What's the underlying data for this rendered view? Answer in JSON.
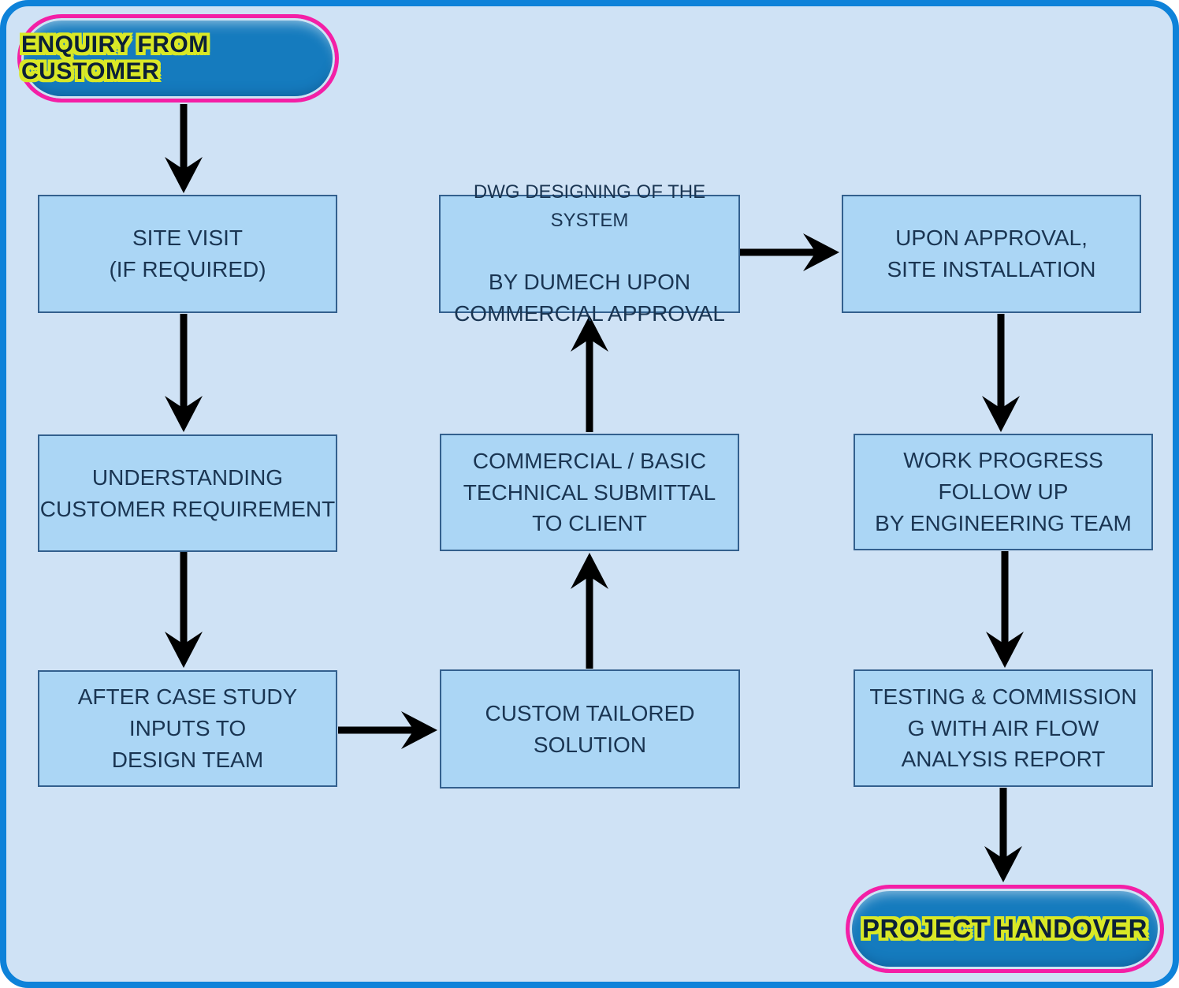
{
  "colors": {
    "panel_background": "#CFE2F5",
    "panel_border": "#0E82D9",
    "node_background": "#ABD6F5",
    "node_border": "#33608E",
    "node_text": "#1A3552",
    "pill_background": "#157BBE",
    "pill_border": "#F41FA6",
    "pill_text": "#0B2038",
    "pill_text_outline": "#D9E826",
    "arrow": "#000000"
  },
  "flow": {
    "start": {
      "id": "enquiry",
      "label": "ENQUIRY FROM CUSTOMER"
    },
    "end": {
      "id": "handover",
      "label": "PROJECT HANDOVER"
    },
    "nodes": [
      {
        "id": "site-visit",
        "label": "SITE VISIT\n(IF REQUIRED)"
      },
      {
        "id": "understanding",
        "label": "UNDERSTANDING\nCUSTOMER REQUIREMENT"
      },
      {
        "id": "after-case-study",
        "label": "AFTER CASE STUDY\nINPUTS TO\nDESIGN TEAM"
      },
      {
        "id": "custom-tailored",
        "label": "CUSTOM TAILORED\nSOLUTION"
      },
      {
        "id": "commercial-submittal",
        "label": "COMMERCIAL / BASIC\nTECHNICAL SUBMITTAL\nTO CLIENT"
      },
      {
        "id": "dwg-designing",
        "line1": "DWG DESIGNING OF THE SYSTEM",
        "rest": "BY DUMECH UPON\nCOMMERCIAL APPROVAL"
      },
      {
        "id": "upon-approval",
        "label": "UPON APPROVAL,\nSITE INSTALLATION"
      },
      {
        "id": "work-progress",
        "label": "WORK PROGRESS\nFOLLOW UP\nBY ENGINEERING TEAM"
      },
      {
        "id": "testing",
        "label": "TESTING & COMMISSION\nG WITH AIR FLOW\nANALYSIS REPORT"
      }
    ],
    "edges": [
      {
        "from": "enquiry",
        "to": "site-visit"
      },
      {
        "from": "site-visit",
        "to": "understanding"
      },
      {
        "from": "understanding",
        "to": "after-case-study"
      },
      {
        "from": "after-case-study",
        "to": "custom-tailored"
      },
      {
        "from": "custom-tailored",
        "to": "commercial-submittal"
      },
      {
        "from": "commercial-submittal",
        "to": "dwg-designing"
      },
      {
        "from": "dwg-designing",
        "to": "upon-approval"
      },
      {
        "from": "upon-approval",
        "to": "work-progress"
      },
      {
        "from": "work-progress",
        "to": "testing"
      },
      {
        "from": "testing",
        "to": "handover"
      }
    ]
  }
}
